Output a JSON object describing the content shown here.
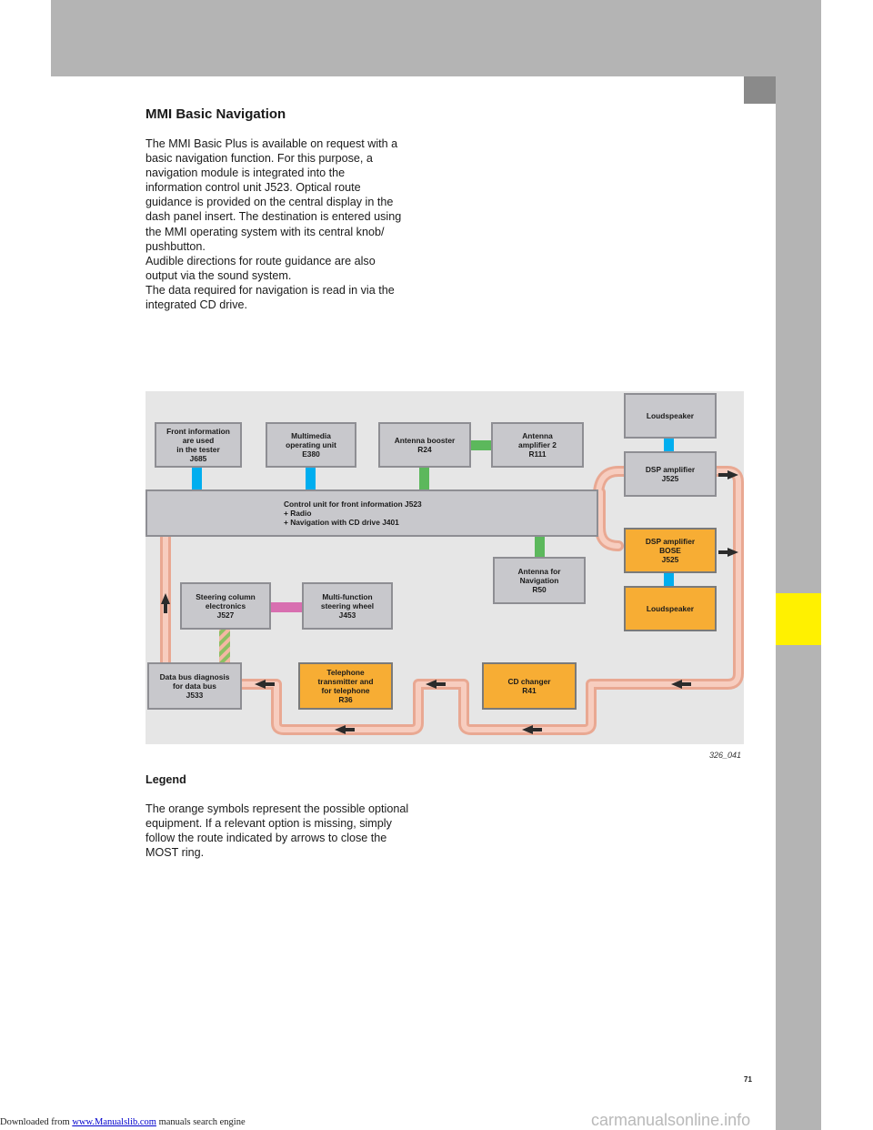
{
  "page": {
    "title": "MMI Basic Navigation",
    "paragraph": "The MMI Basic Plus is available on request with a\nbasic navigation function. For this purpose, a\nnavigation module is integrated into the\ninformation control unit J523. Optical route\nguidance is provided on the central display in the\ndash panel insert. The destination is entered using\nthe MMI operating system with its central knob/\npushbutton.\nAudible directions for route guidance are also\noutput via the sound system.\nThe data required for navigation is read in via the\nintegrated CD drive.",
    "legend_title": "Legend",
    "legend_text": "The orange symbols represent the possible optional\nequipment. If a relevant option is missing, simply\nfollow the route indicated by arrows to close the\nMOST ring.",
    "page_number": "71"
  },
  "diagram": {
    "figure_id": "326_041",
    "boxes": {
      "front_info_tester": "Front information\nare used\nin the tester\nJ685",
      "multimedia_unit": "Multimedia\noperating unit\nE380",
      "antenna_booster": "Antenna booster\nR24",
      "antenna_amp2": "Antenna\namplifier 2\nR111",
      "loudspeaker_top": "Loudspeaker",
      "dsp_amp": "DSP amplifier\nJ525",
      "control_unit": "Control unit for front information J523\n+ Radio\n+ Navigation with CD drive J401",
      "dsp_bose": "DSP amplifier\nBOSE\nJ525",
      "antenna_nav": "Antenna for\nNavigation\nR50",
      "steering_column": "Steering column\nelectronics\nJ527",
      "mf_steering_wheel": "Multi-function\nsteering wheel\nJ453",
      "loudspeaker_bottom": "Loudspeaker",
      "data_bus_diag": "Data bus diagnosis\nfor data bus\nJ533",
      "telephone": "Telephone\ntransmitter and\nfor telephone\nR36",
      "cd_changer": "CD changer\nR41"
    },
    "colors": {
      "box_standard": "#c8c8cc",
      "box_optional": "#f7ad34",
      "most_ring": "#f4b7a4",
      "can_bus": "#00aeef",
      "antenna_link": "#5cb85c",
      "lin_bus": "#d86fb0"
    }
  },
  "footer": {
    "prefix": "Downloaded from ",
    "link": "www.Manualslib.com",
    "suffix": " manuals search engine",
    "watermark": "carmanualsonline.info"
  }
}
